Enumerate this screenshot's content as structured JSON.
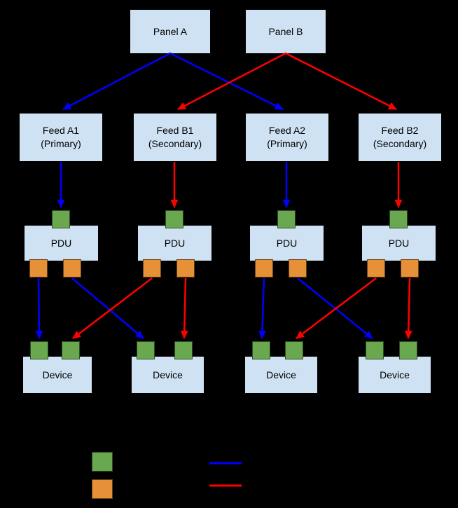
{
  "colors": {
    "background": "#000000",
    "node_fill": "#cfe2f3",
    "node_text": "#000000",
    "input_port": "#6aa84f",
    "output_port": "#e69138",
    "primary_path": "#0000ff",
    "secondary_path": "#ff0000"
  },
  "nodes": {
    "panels": [
      {
        "label": "Panel A"
      },
      {
        "label": "Panel B"
      }
    ],
    "feeds": [
      {
        "name": "Feed A1",
        "role": "(Primary)"
      },
      {
        "name": "Feed B1",
        "role": "(Secondary)"
      },
      {
        "name": "Feed A2",
        "role": "(Primary)"
      },
      {
        "name": "Feed B2",
        "role": "(Secondary)"
      }
    ],
    "pdus": [
      {
        "label": "PDU"
      },
      {
        "label": "PDU"
      },
      {
        "label": "PDU"
      },
      {
        "label": "PDU"
      }
    ],
    "devices": [
      {
        "label": "Device"
      },
      {
        "label": "Device"
      },
      {
        "label": "Device"
      },
      {
        "label": "Device"
      }
    ]
  },
  "legend": {
    "items": [
      {
        "swatch": "input-port-square"
      },
      {
        "swatch": "output-port-square"
      },
      {
        "swatch": "primary-path-line"
      },
      {
        "swatch": "secondary-path-line"
      }
    ]
  }
}
